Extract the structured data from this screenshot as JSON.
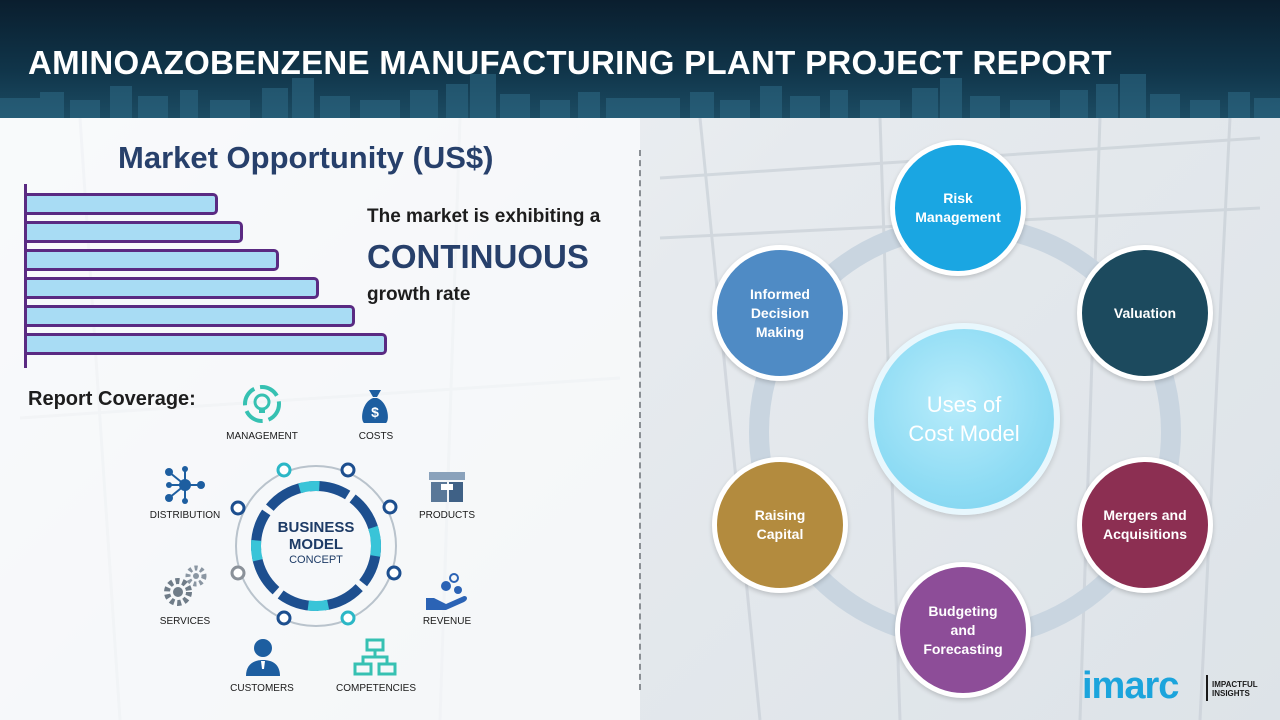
{
  "header": {
    "title": "AMINOAZOBENZENE MANUFACTURING PLANT PROJECT REPORT"
  },
  "market": {
    "title": "Market Opportunity (US$)",
    "line1": "The market is exhibiting a",
    "line2": "CONTINUOUS",
    "line3": "growth rate",
    "bar_relative_values": [
      0.53,
      0.6,
      0.7,
      0.81,
      0.91,
      1.0
    ]
  },
  "coverage": {
    "title": "Report Coverage:",
    "center_line1": "BUSINESS",
    "center_line2": "MODEL",
    "center_line3": "CONCEPT",
    "items": [
      {
        "label": "MANAGEMENT",
        "icon": "lightbulb-cycle-icon"
      },
      {
        "label": "COSTS",
        "icon": "money-bag-icon"
      },
      {
        "label": "PRODUCTS",
        "icon": "boxes-icon"
      },
      {
        "label": "REVENUE",
        "icon": "hand-coins-icon"
      },
      {
        "label": "COMPETENCIES",
        "icon": "org-chart-icon"
      },
      {
        "label": "CUSTOMERS",
        "icon": "person-icon"
      },
      {
        "label": "SERVICES",
        "icon": "gears-icon"
      },
      {
        "label": "DISTRIBUTION",
        "icon": "network-icon"
      }
    ]
  },
  "uses": {
    "center_line1": "Uses of",
    "center_line2": "Cost Model",
    "nodes": [
      {
        "line1": "Risk",
        "line2": "Management",
        "line3": "",
        "color": "#1aa6e2"
      },
      {
        "line1": "Valuation",
        "line2": "",
        "line3": "",
        "color": "#1c4a5e"
      },
      {
        "line1": "Mergers and",
        "line2": "Acquisitions",
        "line3": "",
        "color": "#8c2f52"
      },
      {
        "line1": "Budgeting",
        "line2": "and",
        "line3": "Forecasting",
        "color": "#8d4d98"
      },
      {
        "line1": "Raising",
        "line2": "Capital",
        "line3": "",
        "color": "#b38b3e"
      },
      {
        "line1": "Informed",
        "line2": "Decision",
        "line3": "Making",
        "color": "#4f8bc5"
      }
    ]
  },
  "logo": {
    "word": "imarc",
    "tag_line1": "IMPACTFUL",
    "tag_line2": "INSIGHTS",
    "color": "#1ba4dc"
  }
}
